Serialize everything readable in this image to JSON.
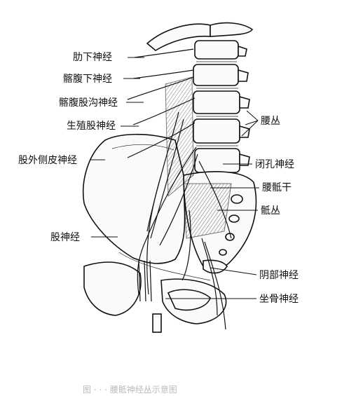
{
  "labels_left": [
    {
      "id": "subcostal",
      "text": "肋下神经"
    },
    {
      "id": "iliohypogastric",
      "text": "髂腹下神经"
    },
    {
      "id": "ilioinguinal",
      "text": "髂腹股沟神经"
    },
    {
      "id": "genitofemoral",
      "text": "生殖股神经"
    },
    {
      "id": "lateral-femoral-cutaneous",
      "text": "股外侧皮神经"
    },
    {
      "id": "femoral",
      "text": "股神经"
    }
  ],
  "labels_right": [
    {
      "id": "lumbar-plexus",
      "text": "腰丛"
    },
    {
      "id": "obturator",
      "text": "闭孔神经"
    },
    {
      "id": "lumbosacral-trunk",
      "text": "腰骶干"
    },
    {
      "id": "sacral-plexus",
      "text": "骶丛"
    },
    {
      "id": "pudendal",
      "text": "阴部神经"
    },
    {
      "id": "sciatic",
      "text": "坐骨神经"
    }
  ],
  "caption": "图 · · · 腰骶神经丛示意图"
}
